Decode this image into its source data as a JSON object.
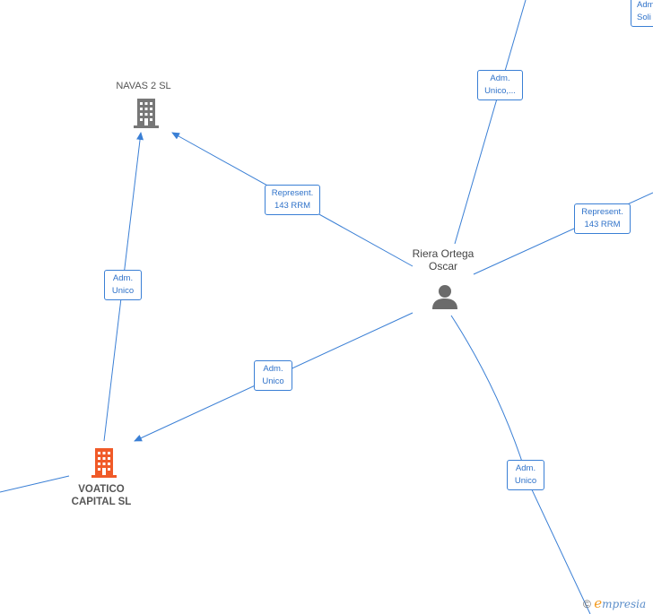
{
  "nodes": {
    "navas": {
      "label": "NAVAS 2  SL",
      "icon": "building-icon",
      "color": "#777777"
    },
    "person": {
      "label_line1": "Riera Ortega",
      "label_line2": "Oscar",
      "icon": "person-icon",
      "color": "#6b6b6b"
    },
    "voatico": {
      "label_line1": "VOATICO",
      "label_line2": "CAPITAL  SL",
      "icon": "building-icon",
      "color": "#f05a28"
    }
  },
  "edges": {
    "person_navas": {
      "line1": "Represent.",
      "line2": "143 RRM"
    },
    "voatico_navas": {
      "line1": "Adm.",
      "line2": "Unico"
    },
    "person_voatico": {
      "line1": "Adm.",
      "line2": "Unico"
    },
    "person_top": {
      "line1": "Adm.",
      "line2": "Unico,..."
    },
    "person_right": {
      "line1": "Represent.",
      "line2": "143 RRM"
    },
    "person_bottom": {
      "line1": "Adm.",
      "line2": "Unico"
    },
    "top_right_partial": {
      "line1": "Adm",
      "line2": "Soli"
    }
  },
  "colors": {
    "edge": "#3a7fd5"
  },
  "brand": {
    "copyright": "©",
    "initial": "e",
    "name": "mpresia"
  }
}
